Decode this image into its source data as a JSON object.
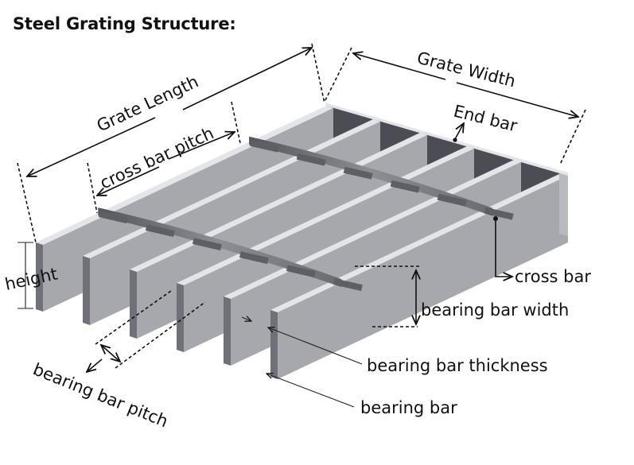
{
  "title": "Steel Grating Structure:",
  "labels": {
    "grate_length": "Grate Length",
    "grate_width": "Grate Width",
    "end_bar": "End bar",
    "cross_bar_pitch": "cross bar pitch",
    "height": "height",
    "cross_bar": "cross bar",
    "bearing_bar_width": "bearing bar width",
    "bearing_bar_thickness": "bearing bar thickness",
    "bearing_bar": "bearing bar",
    "bearing_bar_pitch": "bearing bar pitch"
  },
  "structure": {
    "bearing_bar_count": 6,
    "cross_bar_count": 2,
    "end_bar_count": 1
  },
  "colors": {
    "background": "#ffffff",
    "bar_top": "#e4e5e8",
    "bar_side": "#a7a8ad",
    "bar_front": "#6f7078",
    "end_bar_inner": "#4b4c54",
    "cross_bar": "#5e5f66",
    "text": "#111111"
  }
}
